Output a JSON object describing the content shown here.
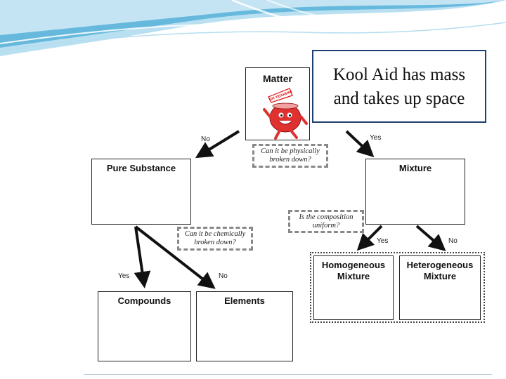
{
  "diagram": {
    "matter": "Matter",
    "pure_substance": "Pure Substance",
    "mixture": "Mixture",
    "compounds": "Compounds",
    "elements": "Elements",
    "homogeneous_line1": "Homogeneous",
    "homogeneous_line2": "Mixture",
    "heterogeneous_line1": "Heterogeneous",
    "heterogeneous_line2": "Mixture",
    "q_physical_line1": "Can it be physically",
    "q_physical_line2": "broken down?",
    "q_chemical_line1": "Can it be chemically",
    "q_chemical_line2": "broken down?",
    "q_composition_line1": "Is the composition",
    "q_composition_line2": "uniform?",
    "label_no_1": "No",
    "label_yes_1": "Yes",
    "label_yes_2": "Yes",
    "label_no_2": "No",
    "label_yes_3": "Yes",
    "label_no_3": "No"
  },
  "mascot": {
    "speech_text": "OH YEAHHH!"
  },
  "callout": {
    "line1": "Kool Aid has mass",
    "line2": "and takes up space"
  },
  "colors": {
    "banner_light": "#cfe9f5",
    "banner_mid": "#7ec6e6",
    "banner_dark": "#2e9fd0",
    "callout_border": "#1d3f73",
    "mascot_red": "#e03131"
  }
}
